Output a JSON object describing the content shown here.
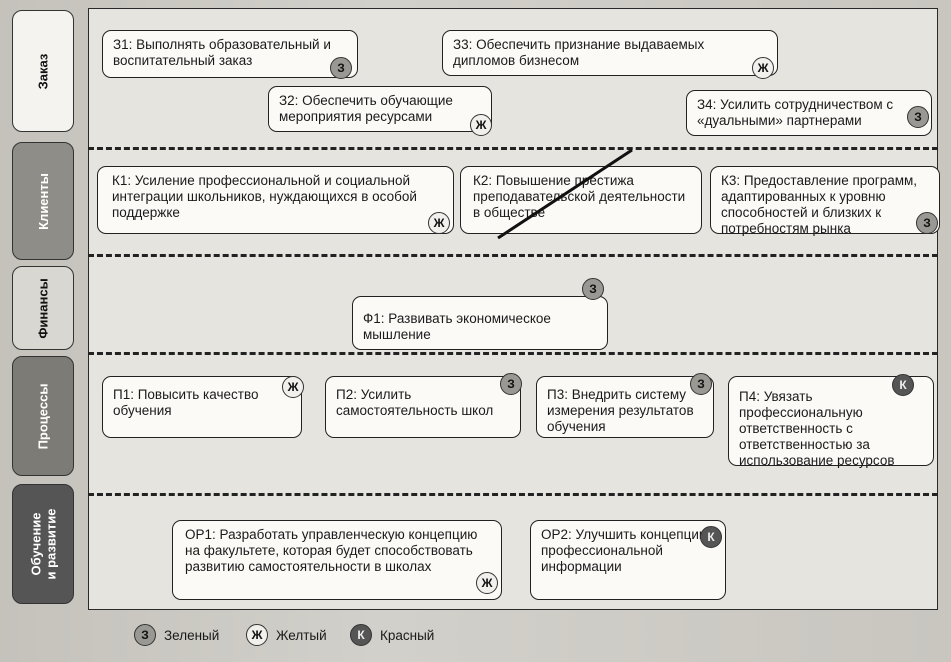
{
  "perspectives": [
    "Заказ",
    "Клиенты",
    "Финансы",
    "Процессы",
    "Обучение\nи развитие"
  ],
  "objectives": {
    "z1": {
      "text": "З1: Выполнять образовательный и воспитательный заказ",
      "status": "З"
    },
    "z2": {
      "text": "З2: Обеспечить обучающие мероприятия ресурсами",
      "status": "Ж"
    },
    "z3": {
      "text": "З3: Обеспечить признание выдаваемых дипломов бизнесом",
      "status": "Ж"
    },
    "z4": {
      "text": "З4: Усилить сотрудничеством с «дуальными» партнерами",
      "status": "З"
    },
    "k1": {
      "text": "К1: Усиление профессиональной и социальной интеграции школьников, нуждающихся в особой поддержке",
      "status": "Ж"
    },
    "k2": {
      "text": "К2: Повышение престижа преподавательской деятельности в обществе",
      "status": ""
    },
    "k3": {
      "text": "К3: Предоставление программ, адаптированных к уровню способностей и близких к потребностям рынка",
      "status": "З"
    },
    "f1": {
      "text": "Ф1: Развивать экономическое мышление",
      "status": "З"
    },
    "p1": {
      "text": "П1: Повысить качество обучения",
      "status": "Ж"
    },
    "p2": {
      "text": "П2: Усилить самостоятельность школ",
      "status": "З"
    },
    "p3": {
      "text": "П3: Внедрить систему измерения результатов обучения",
      "status": "З"
    },
    "p4": {
      "text": "П4: Увязать профессиональную ответственность с ответственностью за использование ресурсов",
      "status": "К"
    },
    "or1": {
      "text": "ОР1: Разработать управленческую концепцию на факультете, которая будет способствовать развитию самостоятельности в школах",
      "status": "Ж"
    },
    "or2": {
      "text": "ОР2: Улучшить концепцию профессиональной информации",
      "status": "К"
    }
  },
  "legend": [
    {
      "letter": "З",
      "label": "Зеленый",
      "color": "#9a9892"
    },
    {
      "letter": "Ж",
      "label": "Желтый",
      "color": "#f1f0ec"
    },
    {
      "letter": "К",
      "label": "Красный",
      "color": "#555555"
    }
  ]
}
